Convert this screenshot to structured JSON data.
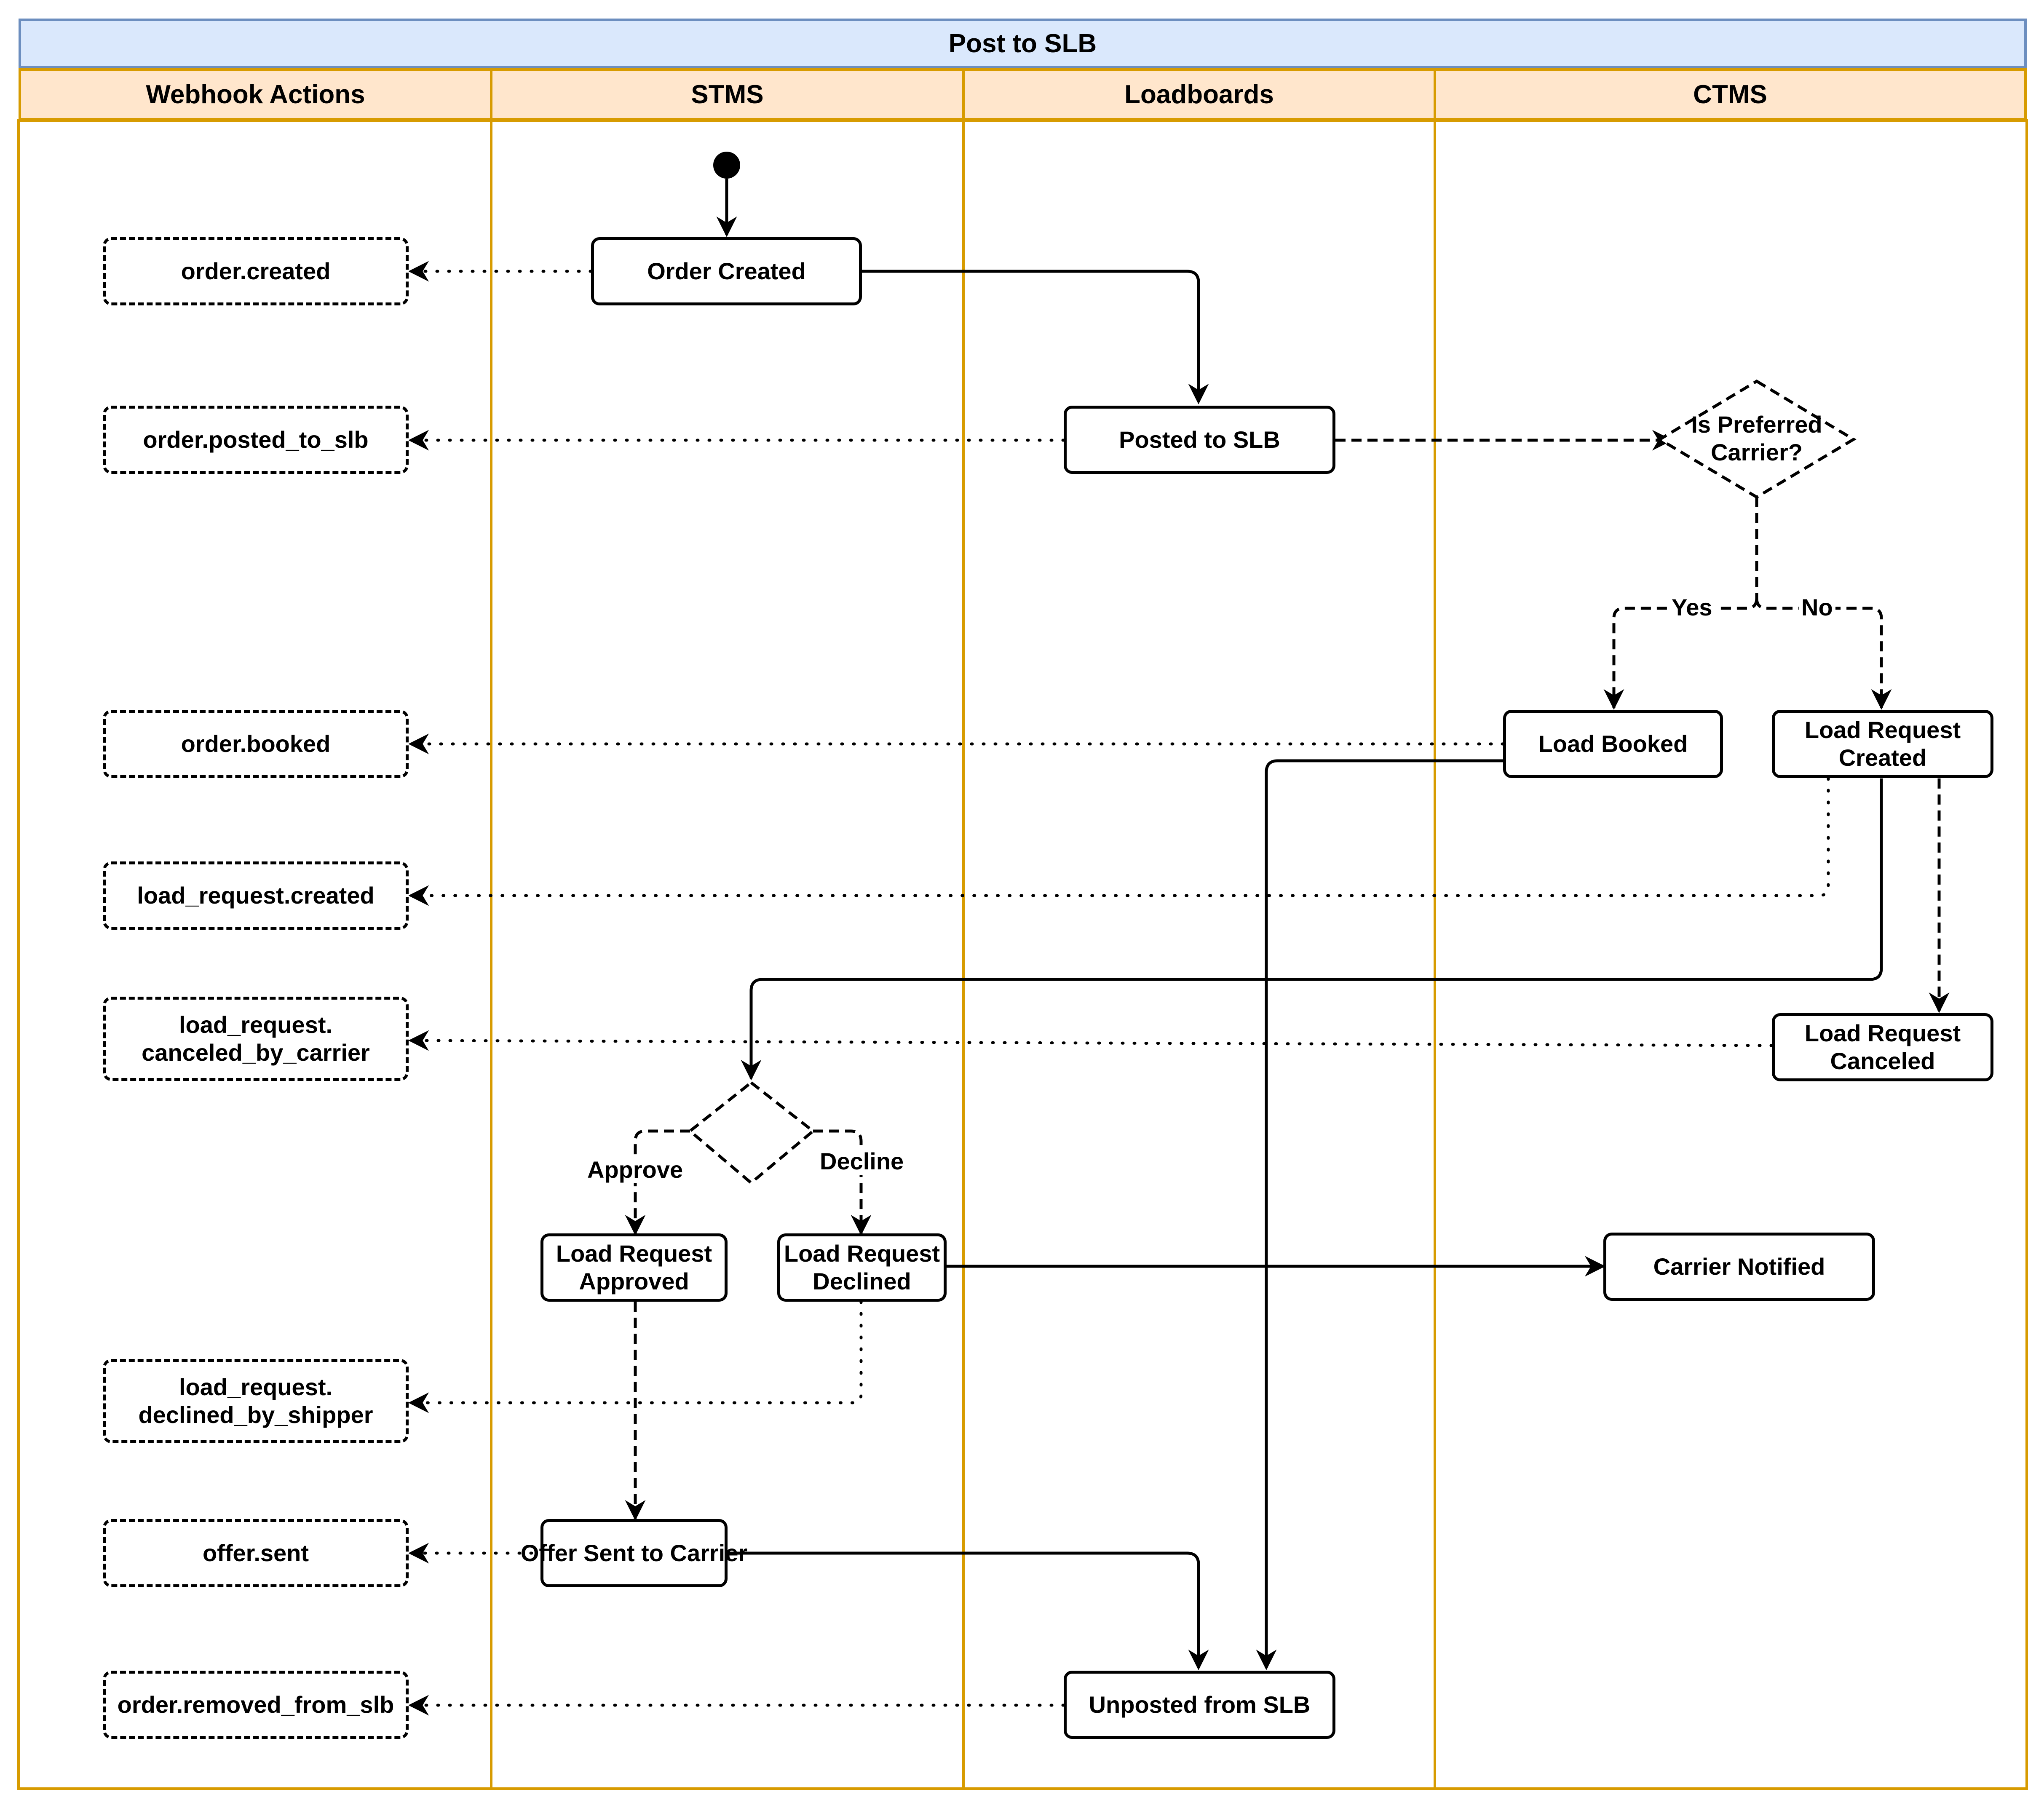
{
  "diagram": {
    "title": "Post to SLB",
    "lanes": [
      {
        "id": "webhook",
        "label": "Webhook Actions"
      },
      {
        "id": "stms",
        "label": "STMS"
      },
      {
        "id": "loadboards",
        "label": "Loadboards"
      },
      {
        "id": "ctms",
        "label": "CTMS"
      }
    ],
    "webhook_actions": {
      "order_created": "order.created",
      "order_posted": "order.posted_to_slb",
      "order_booked": "order.booked",
      "lr_created": "load_request.created",
      "lr_canceled": "load_request.\ncanceled_by_carrier",
      "lr_declined": "load_request.\ndeclined_by_shipper",
      "offer_sent": "offer.sent",
      "order_removed": "order.removed_from_slb"
    },
    "steps": {
      "order_created": "Order Created",
      "posted_to_slb": "Posted to SLB",
      "preferred_decision": "Is Preferred\nCarrier?",
      "load_booked": "Load Booked",
      "lr_created": "Load Request\nCreated",
      "lr_canceled": "Load Request\nCanceled",
      "lr_approved": "Load Request\nApproved",
      "lr_declined": "Load Request\nDeclined",
      "carrier_notified": "Carrier Notified",
      "offer_sent": "Offer Sent to Carrier",
      "unposted": "Unposted from SLB"
    },
    "edge_labels": {
      "yes": "Yes",
      "no": "No",
      "approve": "Approve",
      "decline": "Decline"
    },
    "colors": {
      "pool_fill": "#dae8fc",
      "pool_stroke": "#6c8ebf",
      "lane_fill": "#ffe6cc",
      "lane_stroke": "#d79b00",
      "line": "#000000"
    }
  }
}
